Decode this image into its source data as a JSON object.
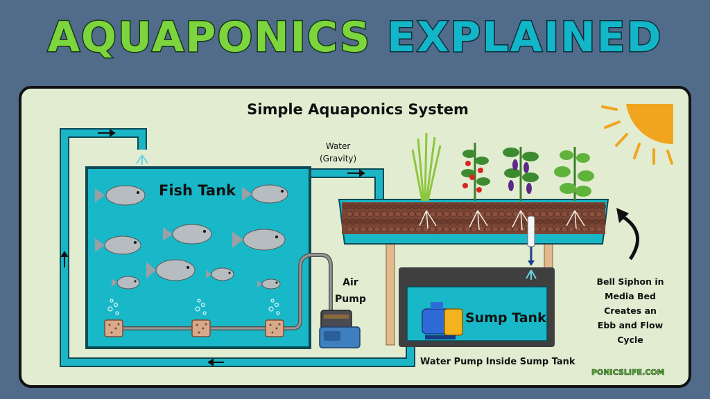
{
  "header": {
    "title_word1": "AQUAPONICS",
    "title_word2": "EXPLAINED"
  },
  "diagram": {
    "subtitle": "Simple Aquaponics System",
    "fish_tank_label": "Fish Tank",
    "sump_tank_label": "Sump Tank",
    "air_pump_label_line1": "Air",
    "air_pump_label_line2": "Pump",
    "water_label_line1": "Water",
    "water_label_line2": "(Gravity)",
    "bell_siphon_lines": [
      "Bell Siphon in",
      "Media Bed",
      "Creates an",
      "Ebb and Flow",
      "Cycle"
    ],
    "water_pump_note": "Water Pump Inside Sump Tank",
    "brand": "PONICSLIFE.COM"
  },
  "colors": {
    "background": "#506c8a",
    "panel": "#e2ecd1",
    "water": "#19b8c8",
    "pipe": "#1bb5c6",
    "title_green": "#7dd53e",
    "title_cyan": "#13b6c9",
    "sun": "#f1a51f",
    "grow_bed_media": "#7a4636",
    "table_wood": "#e0b98d"
  }
}
